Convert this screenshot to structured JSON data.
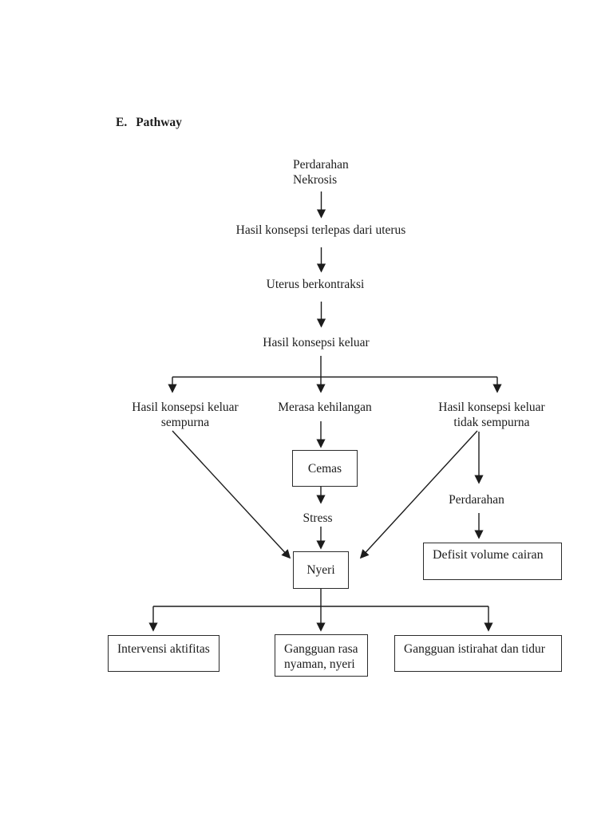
{
  "document": {
    "section_label": "E.",
    "section_title": "Pathway"
  },
  "flowchart": {
    "start": {
      "line1": "Perdarahan",
      "line2": "Nekrosis"
    },
    "step_terlepas": "Hasil konsepsi terlepas dari uterus",
    "step_kontraksi": "Uterus berkontraksi",
    "step_keluar": "Hasil konsepsi keluar",
    "branch_left": {
      "line1": "Hasil konsepsi keluar",
      "line2": "sempurna"
    },
    "branch_center": "Merasa kehilangan",
    "branch_right": {
      "line1": "Hasil konsepsi keluar",
      "line2": "tidak sempurna"
    },
    "box_cemas": "Cemas",
    "step_stress": "Stress",
    "box_nyeri": "Nyeri",
    "step_perdarahan": "Perdarahan",
    "box_defisit": "Defisit volume cairan",
    "box_intervensi": "Intervensi aktifitas",
    "box_gangguan_nyaman": {
      "line1": "Gangguan rasa",
      "line2": "nyaman, nyeri"
    },
    "box_gangguan_tidur": "Gangguan istirahat dan tidur"
  },
  "colors": {
    "ink": "#1c1c1c",
    "page_background": "#ffffff"
  }
}
